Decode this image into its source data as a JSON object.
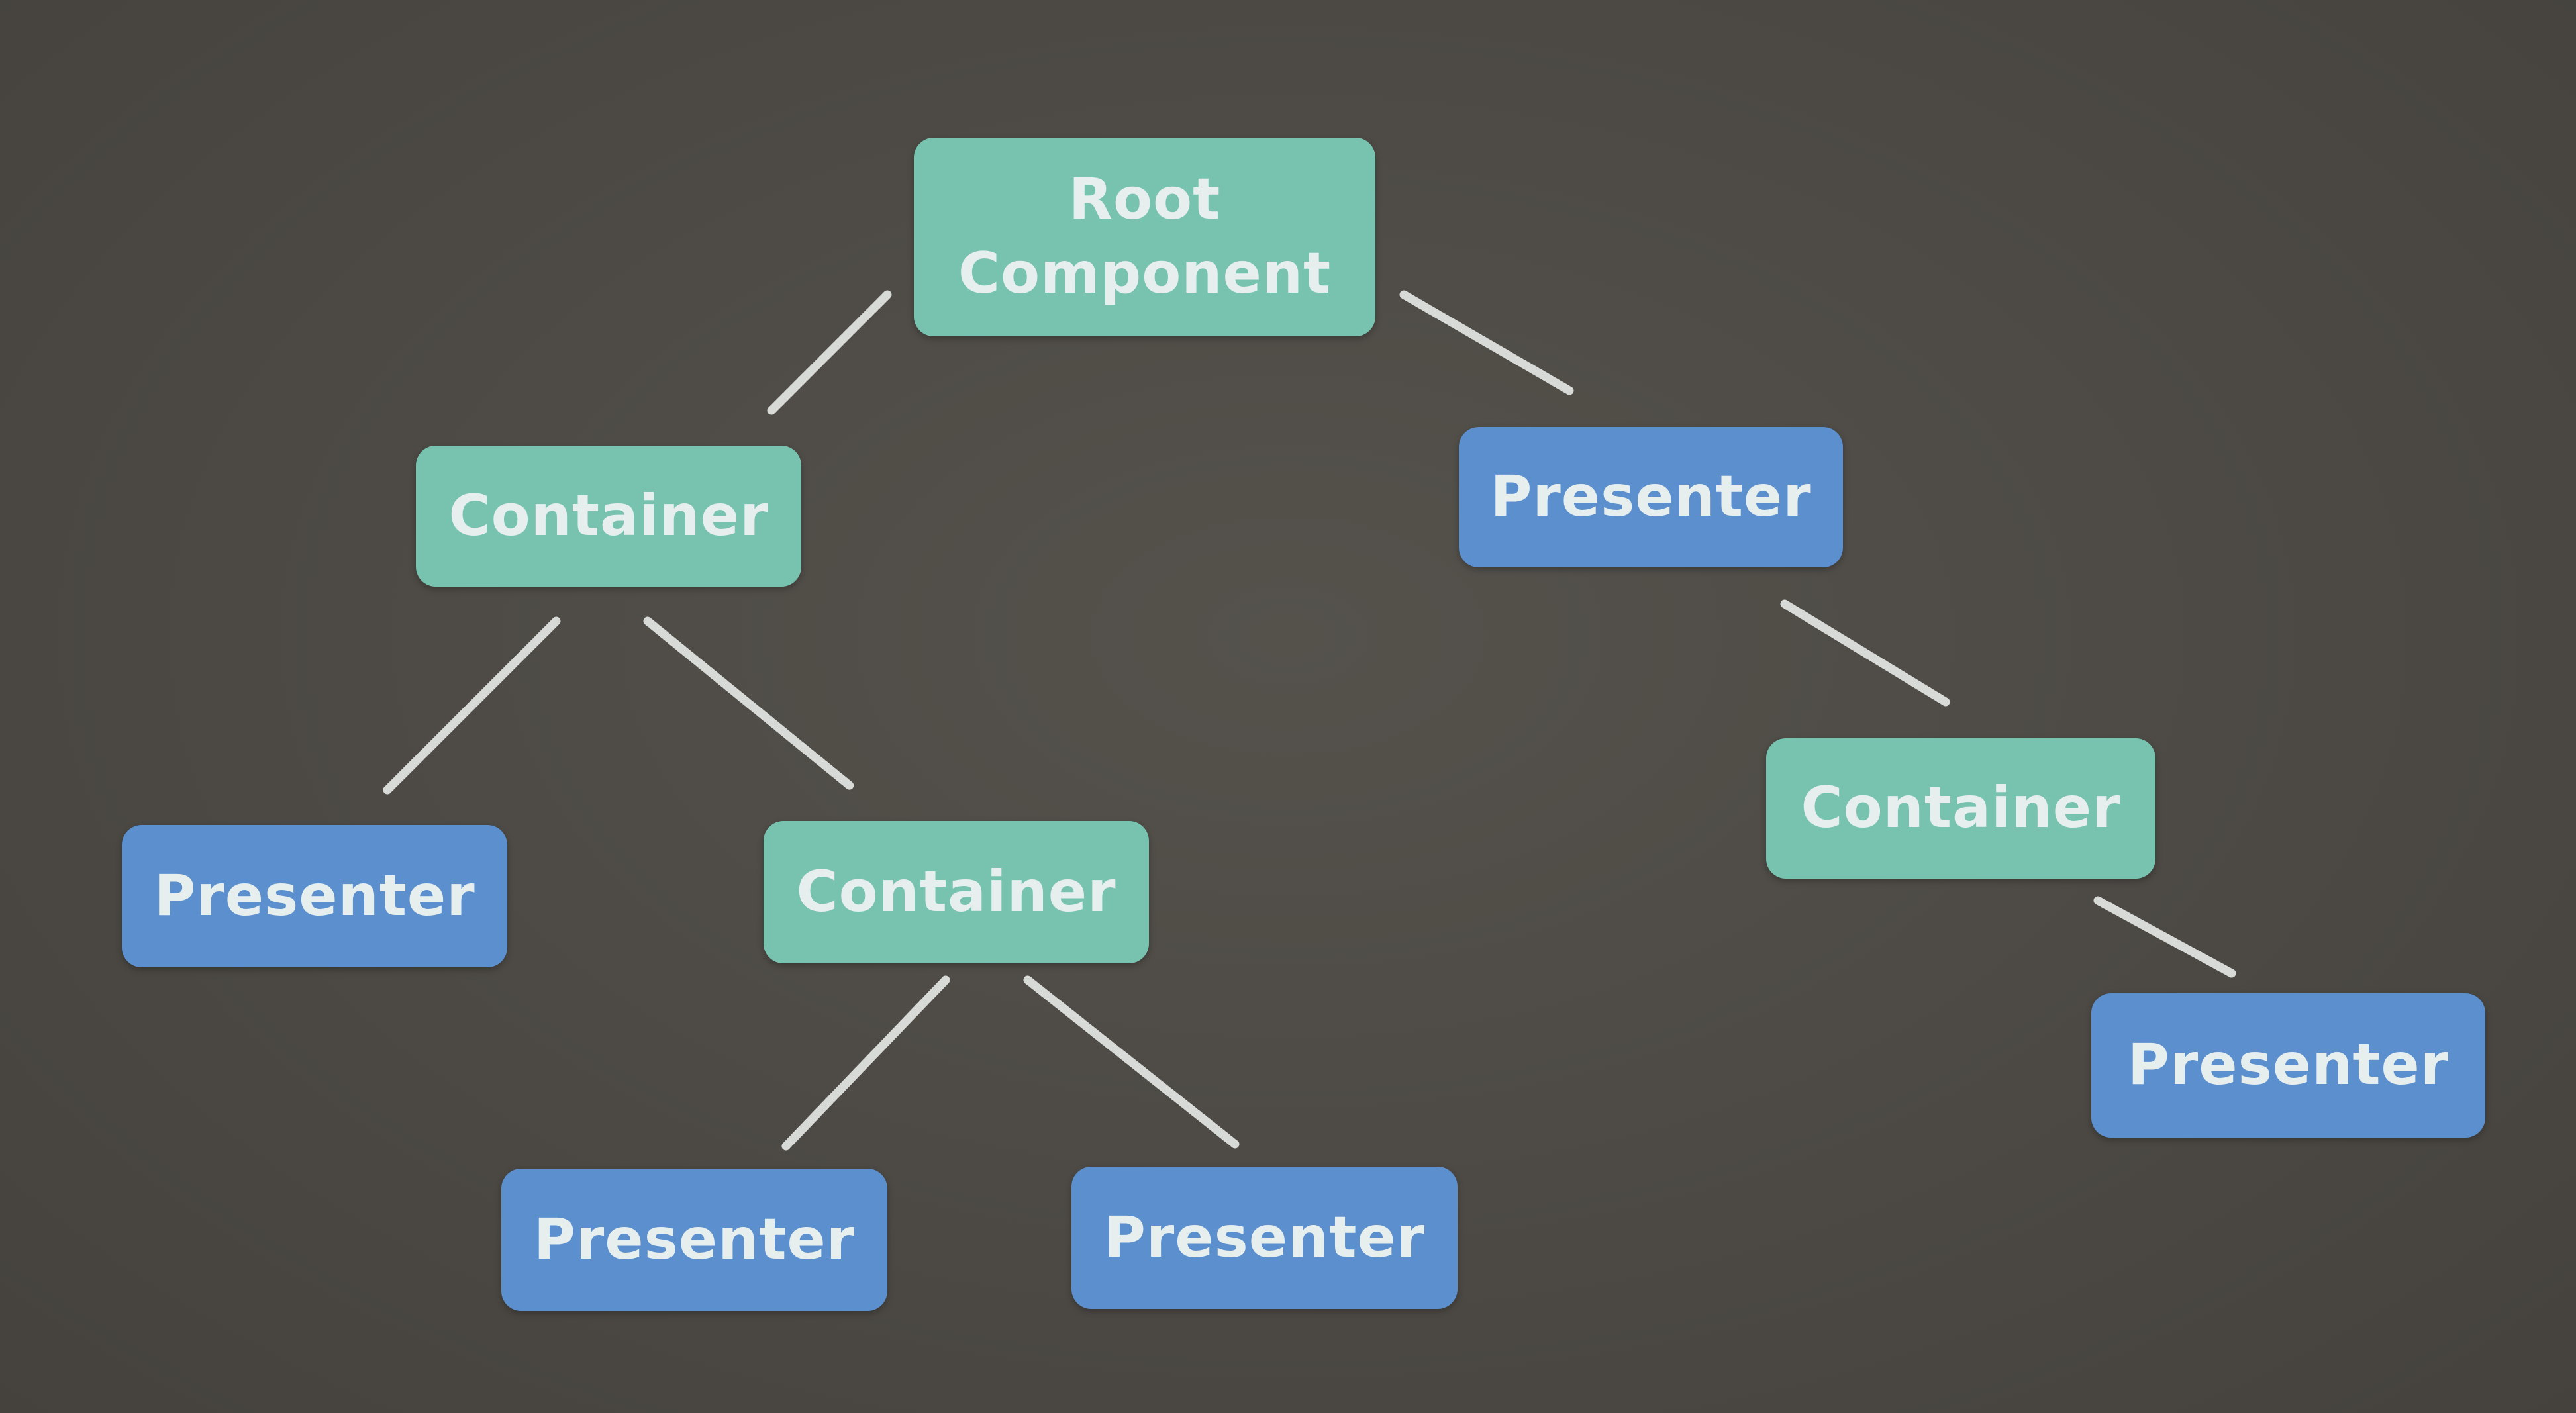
{
  "diagram": {
    "nodes": [
      {
        "id": "root",
        "kind": "container",
        "lines": [
          "Root",
          "Component"
        ]
      },
      {
        "id": "container-left",
        "kind": "container",
        "lines": [
          "Container"
        ]
      },
      {
        "id": "presenter-right",
        "kind": "presenter",
        "lines": [
          "Presenter"
        ]
      },
      {
        "id": "presenter-far-left",
        "kind": "presenter",
        "lines": [
          "Presenter"
        ]
      },
      {
        "id": "container-middle",
        "kind": "container",
        "lines": [
          "Container"
        ]
      },
      {
        "id": "container-right",
        "kind": "container",
        "lines": [
          "Container"
        ]
      },
      {
        "id": "presenter-bottom-left",
        "kind": "presenter",
        "lines": [
          "Presenter"
        ]
      },
      {
        "id": "presenter-bottom-middle",
        "kind": "presenter",
        "lines": [
          "Presenter"
        ]
      },
      {
        "id": "presenter-far-right",
        "kind": "presenter",
        "lines": [
          "Presenter"
        ]
      }
    ],
    "edges": [
      {
        "from": "root",
        "to": "container-left"
      },
      {
        "from": "root",
        "to": "presenter-right"
      },
      {
        "from": "container-left",
        "to": "presenter-far-left"
      },
      {
        "from": "container-left",
        "to": "container-middle"
      },
      {
        "from": "presenter-right",
        "to": "container-right"
      },
      {
        "from": "container-middle",
        "to": "presenter-bottom-left"
      },
      {
        "from": "container-middle",
        "to": "presenter-bottom-middle"
      },
      {
        "from": "container-right",
        "to": "presenter-far-right"
      }
    ],
    "colors": {
      "container": "#78c3b0",
      "presenter": "#5b8fcd",
      "connector": "#d8dad8",
      "background": "#4c4944"
    }
  }
}
